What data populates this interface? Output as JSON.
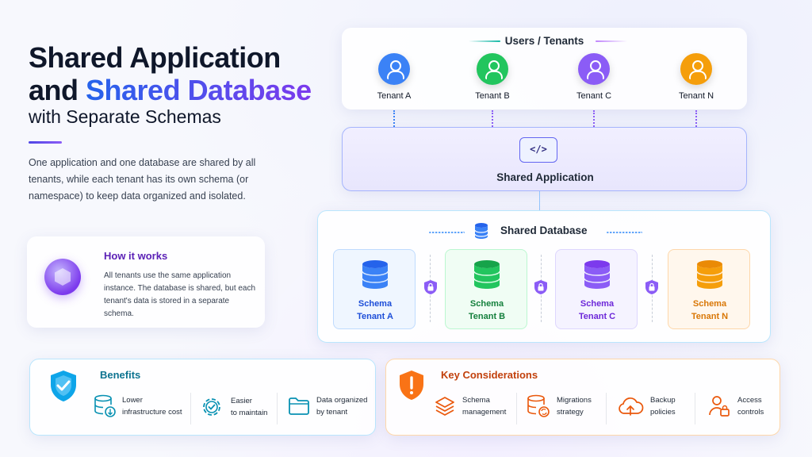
{
  "left": {
    "title_line1": "Shared Application",
    "title_and": "and ",
    "title_accent": "Shared Database",
    "subtitle": "with Separate Schemas",
    "description": "One application and one database are shared by all tenants, while each tenant has its own schema (or namespace) to keep data organized and isolated.",
    "how_it_works": {
      "title": "How it works",
      "text": "All tenants use the same application instance. The database is shared, but each tenant's data is stored in a separate schema."
    }
  },
  "users": {
    "title": "Users / Tenants",
    "tenants": [
      {
        "label": "Tenant A",
        "color": "#3b82f6"
      },
      {
        "label": "Tenant B",
        "color": "#22c55e"
      },
      {
        "label": "Tenant C",
        "color": "#8b5cf6"
      },
      {
        "label": "Tenant N",
        "color": "#f59e0b"
      }
    ]
  },
  "application": {
    "icon": "code-icon",
    "icon_text": "</>",
    "label": "Shared Application"
  },
  "database": {
    "title": "Shared Database",
    "schemas": [
      {
        "line1": "Schema",
        "line2": "Tenant A",
        "color": "#3b82f6",
        "text_color": "#1d4ed8",
        "bg": "#eff6ff",
        "border": "#bfdbfe"
      },
      {
        "line1": "Schema",
        "line2": "Tenant B",
        "color": "#22c55e",
        "text_color": "#15803d",
        "bg": "#f0fdf4",
        "border": "#bbf7d0"
      },
      {
        "line1": "Schema",
        "line2": "Tenant C",
        "color": "#8b5cf6",
        "text_color": "#6d28d9",
        "bg": "#f5f3ff",
        "border": "#ddd6fe"
      },
      {
        "line1": "Schema",
        "line2": "Tenant N",
        "color": "#f59e0b",
        "text_color": "#d97706",
        "bg": "#fff7ed",
        "border": "#fed7aa"
      }
    ]
  },
  "benefits": {
    "title": "Benefits",
    "items": [
      {
        "line1": "Lower",
        "line2": "infrastructure cost",
        "icon": "database-savings-icon"
      },
      {
        "line1": "Easier",
        "line2": "to maintain",
        "icon": "gear-check-icon"
      },
      {
        "line1": "Data organized",
        "line2": "by tenant",
        "icon": "folder-icon"
      }
    ]
  },
  "considerations": {
    "title": "Key Considerations",
    "items": [
      {
        "line1": "Schema",
        "line2": "management",
        "icon": "layers-icon"
      },
      {
        "line1": "Migrations",
        "line2": "strategy",
        "icon": "database-sync-icon"
      },
      {
        "line1": "Backup",
        "line2": "policies",
        "icon": "cloud-upload-icon"
      },
      {
        "line1": "Access",
        "line2": "controls",
        "icon": "user-lock-icon"
      }
    ]
  }
}
